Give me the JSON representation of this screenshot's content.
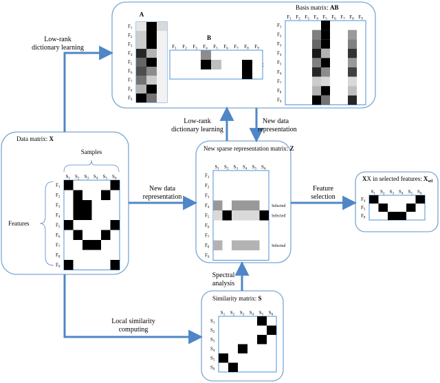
{
  "colors": {
    "box_border": "#7aa6d2",
    "arrow": "#4f86c6",
    "grid_border": "#4a90d9"
  },
  "labels": {
    "low_rank_top": [
      "Low-rank",
      "dictionary learning"
    ],
    "low_rank_mid": [
      "Low-rank",
      "dictionary learning"
    ],
    "new_data_mid": [
      "New data",
      "representation"
    ],
    "new_data_left": [
      "New data",
      "representation"
    ],
    "feature_selection": [
      "Feature",
      "selection"
    ],
    "spectral": [
      "Spectral",
      "analysis"
    ],
    "local_similarity": [
      "Local similarity",
      "computing"
    ],
    "samples": "Samples",
    "features": "Features",
    "selected": "Selected",
    "dot": "·",
    "equals": "="
  },
  "panels": {
    "X": {
      "title": "Data matrix: ",
      "title_bold": "X",
      "cols": [
        "S1",
        "S2",
        "S3",
        "S4",
        "S5",
        "S6"
      ],
      "rows": [
        "F1",
        "F2",
        "F3",
        "F4",
        "F5",
        "F6",
        "F7",
        "F8",
        "F9"
      ],
      "cells": [
        [
          1,
          0,
          0,
          0,
          0,
          1
        ],
        [
          0,
          1,
          0,
          0,
          1,
          0
        ],
        [
          0,
          1,
          1,
          0,
          0,
          0
        ],
        [
          0,
          1,
          1,
          0,
          0,
          0
        ],
        [
          1,
          0,
          0,
          0,
          0,
          1
        ],
        [
          0,
          1,
          0,
          0,
          1,
          0
        ],
        [
          0,
          0,
          1,
          1,
          0,
          0
        ],
        [
          0,
          0,
          0,
          0,
          0,
          0
        ],
        [
          1,
          0,
          0,
          0,
          0,
          1
        ]
      ]
    },
    "A": {
      "title": "A",
      "rows": [
        "F1",
        "F2",
        "F3",
        "F4",
        "F5",
        "F6",
        "F7",
        "F8",
        "F9"
      ],
      "cells": [
        [
          0.1,
          1,
          0.15
        ],
        [
          0.2,
          1,
          0.05
        ],
        [
          0.2,
          1,
          0.05
        ],
        [
          0.85,
          0.3,
          0.05
        ],
        [
          0.6,
          1,
          0.05
        ],
        [
          0.7,
          0.45,
          0.05
        ],
        [
          0.55,
          0.2,
          0.05
        ],
        [
          0.3,
          1,
          0.05
        ],
        [
          1,
          0.55,
          0.05
        ]
      ]
    },
    "B": {
      "title": "B",
      "cols": [
        "F1",
        "F2",
        "F3",
        "F4",
        "F5",
        "F6",
        "F7",
        "F8",
        "F9"
      ],
      "cells": [
        [
          0,
          0,
          0,
          0.45,
          0,
          0,
          0,
          0,
          0
        ],
        [
          0,
          0,
          0,
          1,
          0.25,
          0,
          0,
          1,
          0
        ],
        [
          0,
          0,
          0,
          0,
          0,
          0,
          0,
          1,
          0
        ]
      ]
    },
    "AB": {
      "title": "Basis matrix: ",
      "title_bold": "AB",
      "cols": [
        "F1",
        "F2",
        "F3",
        "F4",
        "F5",
        "F6",
        "F7",
        "F8",
        "F9"
      ],
      "rows": [
        "F1",
        "F2",
        "F3",
        "F4",
        "F5",
        "F6",
        "F7",
        "F8",
        "F9"
      ],
      "cells": [
        [
          0,
          0,
          0,
          0,
          1,
          0,
          0,
          0,
          0
        ],
        [
          0,
          0,
          0,
          0.5,
          1,
          0,
          0,
          0.4,
          0
        ],
        [
          0,
          0,
          0,
          0.6,
          1,
          0,
          0,
          0.5,
          0
        ],
        [
          0,
          0,
          0,
          0.9,
          0.3,
          0,
          0,
          0.8,
          0
        ],
        [
          0,
          0,
          0,
          0.5,
          1,
          0,
          0,
          0.4,
          0
        ],
        [
          0,
          0,
          0,
          0.85,
          0.45,
          0,
          0,
          0.75,
          0
        ],
        [
          0,
          0,
          0,
          0.2,
          0.15,
          0,
          0,
          0.15,
          0
        ],
        [
          0,
          0,
          0,
          0.3,
          1,
          0,
          0,
          0.25,
          0
        ],
        [
          0,
          0,
          0,
          1,
          0.55,
          0,
          0,
          0.85,
          0
        ]
      ]
    },
    "Z": {
      "title": "New sparse representation matrix: ",
      "title_bold": "Z",
      "cols": [
        "S1",
        "S2",
        "S3",
        "S4",
        "S5",
        "S6"
      ],
      "rows": [
        "F1",
        "F2",
        "F3",
        "F4",
        "F5",
        "F6",
        "F7",
        "F8",
        "F9"
      ],
      "cells": [
        [
          0,
          0,
          0,
          0,
          0,
          0
        ],
        [
          0,
          0,
          0,
          0,
          0,
          0
        ],
        [
          0,
          0,
          0,
          0,
          0,
          0
        ],
        [
          0.4,
          0,
          0.4,
          0.4,
          0.4,
          0
        ],
        [
          0.15,
          1,
          0.15,
          0.15,
          0.15,
          1
        ],
        [
          0,
          0,
          0,
          0,
          0,
          0
        ],
        [
          0,
          0,
          0,
          0,
          0,
          0
        ],
        [
          0.3,
          0,
          0.3,
          0.3,
          0.3,
          0
        ],
        [
          0,
          0,
          0,
          0,
          0,
          0
        ]
      ],
      "selected_rows": [
        3,
        4,
        7
      ]
    },
    "Xsel": {
      "title": "X in selected features: ",
      "title_bold": "X",
      "title_sub": "sel",
      "cols": [
        "S1",
        "S2",
        "S3",
        "S4",
        "S5",
        "S6"
      ],
      "rows": [
        "F4",
        "F5",
        "F8"
      ],
      "cells": [
        [
          1,
          0,
          0,
          0,
          0,
          1
        ],
        [
          0,
          1,
          0,
          0,
          1,
          0
        ],
        [
          0,
          0,
          1,
          1,
          0,
          0
        ]
      ]
    },
    "S": {
      "title": "Similarity matrix: ",
      "title_bold": "S",
      "cols": [
        "S1",
        "S2",
        "S3",
        "S4",
        "S5",
        "S6"
      ],
      "rows": [
        "S1",
        "S2",
        "S3",
        "S4",
        "S5",
        "S6"
      ],
      "cells": [
        [
          0,
          0,
          0,
          0,
          1,
          0
        ],
        [
          0,
          0,
          0,
          0,
          0,
          1
        ],
        [
          0,
          0,
          0,
          0,
          1,
          0
        ],
        [
          0,
          0,
          1,
          0,
          0,
          0
        ],
        [
          1,
          0,
          0,
          0,
          0,
          0
        ],
        [
          0,
          1,
          0,
          0,
          0,
          0
        ]
      ]
    }
  }
}
